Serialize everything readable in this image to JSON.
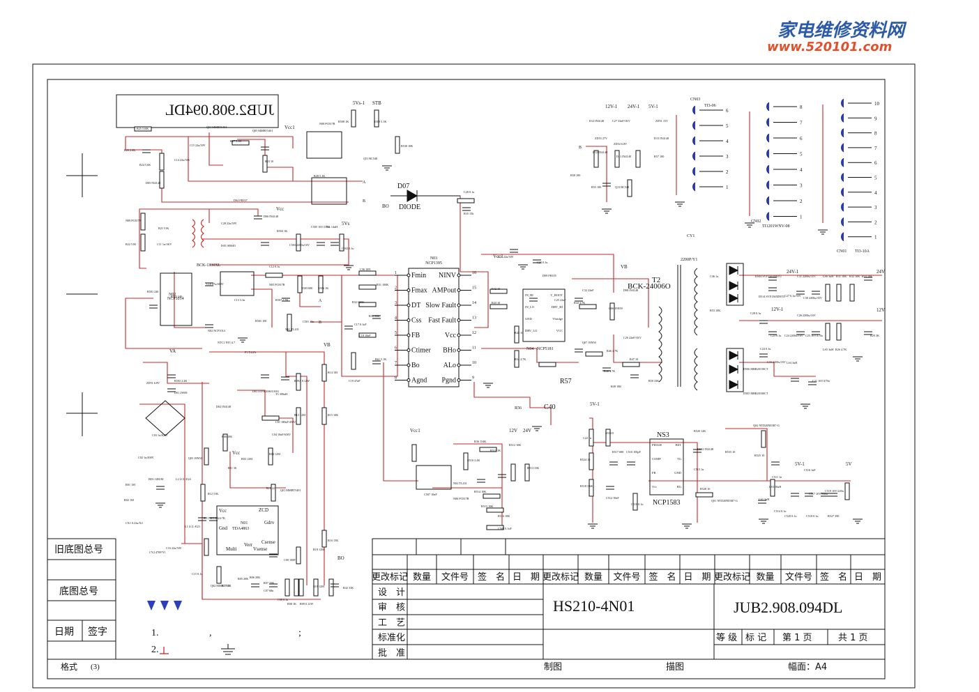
{
  "watermark": {
    "cn": "家电维修资料网",
    "url": "www.520101.com",
    "color_cn": "#2b5aa8",
    "color_url": "#e0502a"
  },
  "drawing_no_mirrored": "JUB2.908.094DL",
  "left_panel": {
    "old_base": "旧底图总号",
    "base": "底图总号",
    "date": "日期",
    "sign": "签字",
    "format": "格式",
    "format_val": "(3)"
  },
  "notes": {
    "n1": "1.",
    "n1_comma": ",",
    "n1_semicolon": ";",
    "n2": "2."
  },
  "title_block": {
    "headers": [
      "更改标记",
      "数量",
      "文件号",
      "签　名",
      "日　期",
      "更改标记",
      "数量",
      "文件号",
      "签　名",
      "日　期",
      "更改标记",
      "数量",
      "文件号",
      "签　名",
      "日　期"
    ],
    "roles": [
      "设　计",
      "审　核",
      "工　艺",
      "标准化",
      "批　准"
    ],
    "product": "HS210-4N01",
    "drawing_no": "JUB2.908.094DL",
    "grade": "等 级",
    "mark": "标 记",
    "page": "第 1 页",
    "total": "共 1 页",
    "drawn": "制图",
    "traced": "描图",
    "size": "幅面：A4"
  },
  "ics": {
    "n03": {
      "ref": "N03",
      "part": "NCP1395",
      "left": [
        "Fmin",
        "Fmax",
        "DT",
        "Css",
        "FB",
        "Ctimer",
        "Bo",
        "Agnd"
      ],
      "right": [
        "NINV",
        "AMPout",
        "Slow Fault",
        "Fast Fault",
        "Vcc",
        "BHo",
        "ALo",
        "Pgnd"
      ],
      "lnum": [
        "1",
        "2",
        "3",
        "4",
        "5",
        "6",
        "7",
        "8"
      ],
      "rnum": [
        "16",
        "15",
        "14",
        "13",
        "12",
        "11",
        "10",
        "9"
      ]
    },
    "n01": {
      "ref": "N01",
      "part": "TDA4863",
      "pins": [
        "Vcc",
        "ZCD",
        "Gdrv",
        "Gnd",
        "Multi",
        "Verr",
        "Vsense",
        "Csense"
      ]
    },
    "n04": {
      "ref": "N04",
      "part": "NCP5181",
      "pins": [
        "IN_HI",
        "V_BOOT",
        "IN_LO",
        "DRV_HI",
        "GND",
        "Vbridge",
        "DRV_LO",
        "VCC"
      ]
    },
    "ns3": {
      "ref": "NS3",
      "part": "NCP1583",
      "pins": [
        "PHASE",
        "BST",
        "COMP",
        "TG",
        "FB",
        "GND",
        "Vcc",
        "BG"
      ]
    },
    "n02": {
      "ref": "N02",
      "part": "NCP1014"
    }
  },
  "labels": {
    "vcc1": "Vcc1",
    "vcc": "Vcc",
    "stb": "STB",
    "v5s1a": "5Vs-1",
    "v5s": "5Vs",
    "va": "VA",
    "vb": "VB",
    "bo": "BO",
    "d07": "D07",
    "diode": "DIODE",
    "r57": "R57",
    "r56": "R56",
    "c40": "C40",
    "t2": "T2",
    "bck": "BCK-24006O",
    "t1": "BCK-1330XL",
    "v12_1": "12V-1",
    "v24_1": "24V-1",
    "v5_1": "5V-1",
    "v24": "24V",
    "v12": "12V",
    "v5": "5V",
    "cn01": "CN01",
    "cn02": "CN02",
    "cn03": "CN03",
    "cn02p": "TI1201WNV-08",
    "cn03p": "TI3-06",
    "cn01p": "TI3-10A",
    "a": "A",
    "b": "B",
    "cy1": "CY1",
    "cy1v": "2200P/Y1"
  },
  "parts": [
    "R25 510K",
    "Q04 MMBT5401",
    "Q05 MMBT5401",
    "R27 5.1K",
    "C15 22u/50V",
    "N08 PC817B",
    "R508 1K",
    "R509 5.1K",
    "R530 10K",
    "Q51 BC548",
    "R26 2.6K",
    "R24 5.6K",
    "C14 22u/50V",
    "D05 IN4148",
    "R23 10",
    "R28 5.1K",
    "N09 PC817B",
    "R22 51K",
    "R21 51K",
    "C11 1n/1KV",
    "D04 FR107",
    "D06 IN4148",
    "C28 22u/50V",
    "IS01 SBS40",
    "R504 1K",
    "C505 16V/470u",
    "IS1 14uH",
    "C503 2200u/16V",
    "C502 0.1u",
    "R501 240",
    "R502 240",
    "C10 47u/400V",
    "N02 NCP1014",
    "C13 3.3n",
    "C12 0.1u",
    "N05 PC817B",
    "R503 680",
    "R506 1K",
    "R507 2.7K",
    "R505 100",
    "C501 10n",
    "NS1 TL431",
    "ZD51 6.8V",
    "R502 2.4K",
    "D01 2W08",
    "C03 1u/400V",
    "C02 1u/400V",
    "BD1 GBU8J",
    "L2 LCL-E24",
    "R01 1M",
    "R02 1M",
    "CX1 0.22u/X2",
    "CY2 470P/Y1",
    "L1 LCL-E23",
    "RV1 MYN324-7K",
    "C16 22u/50V",
    "C15 0.1u",
    "NTC1 NTC4.7",
    "F1 T4.0A",
    "D02 IN4148",
    "D03 STPR1006/US3G",
    "T3 300uH",
    "C01 180uF/450V",
    "C04 10nF/630V",
    "R60 10K",
    "Q03 18N50",
    "R12 51K",
    "R03 12M",
    "R04 12M",
    "R11 36",
    "R10 22",
    "Q01 MMBT5401",
    "Q02 MMBT5551",
    "R17 10",
    "R05 20K",
    "R06 20K",
    "R07 33K",
    "C07 68n",
    "C08 0.1u",
    "C09 100P",
    "R08 1K",
    "R09 0.12W",
    "R09A 0.12W",
    "R13 12M",
    "R14 1M",
    "R15 10K",
    "R16 15K",
    "R18 12M",
    "R19 12M",
    "R42 33K",
    "C20 0.1u",
    "R35 15k",
    "C36 10N",
    "R31 100K",
    "R32 680K",
    "R33 33K",
    "C17 0.1uF",
    "C18 10nF",
    "R61 5.1K",
    "C19 47nF",
    "R36 154K",
    "R510 2.4K",
    "R511 1K",
    "R512 10K",
    "R513 33K",
    "R514 10K",
    "R515 10K",
    "R516 10K",
    "C508 0.1uF",
    "C507 10nF",
    "N06 PC817B",
    "NS2 TL431",
    "C21 22u/50V",
    "C23 0.1u",
    "D09 FR105",
    "R42 10",
    "R43 10",
    "C32 22nF",
    "C25 22nF",
    "R44 4.7K",
    "R45 10",
    "R54 4.7K",
    "Q06 19N50",
    "Q07 19N50",
    "R46 4.7K",
    "R47 10",
    "R48 4.7K",
    "R49 10K",
    "R50 33K",
    "D08 IN4148",
    "C26 22nF/1KV",
    "D12 IN4148",
    "C27 33nF/1KV",
    "ZD51 15V",
    "ZD53 27V",
    "ZD54 6.8V",
    "D13 IN4148",
    "D12 IN4148",
    "D11 IN4148",
    "R57 100",
    "R58 100",
    "R55 100",
    "Q13 BC548",
    "C46 1u",
    "R53 10K",
    "D506 MBR20150CT",
    "D505 MBR20100CT",
    "D504 SVF1565DNTU",
    "D514 SVF1565DNTU",
    "C27 0.1u/50V",
    "C31 2200u/35V",
    "C30 2200u/35V",
    "LS6 3uH",
    "R31 10K",
    "R32 10K",
    "R33 10K",
    "C28 0.1u",
    "C23 0.1u",
    "C24 2200u/16V",
    "C26 2200u/16V",
    "C25 16V/470u",
    "LS5 3uH",
    "R26 4.7K",
    "R29 3K",
    "C24 0.1u",
    "C33 2200u/16V",
    "LS4 3uH",
    "C21 16V/470u",
    "C22 1n",
    "R519 0",
    "R524 10",
    "R518 3.6K",
    "R517 680",
    "C510 100pF",
    "C512 10nF",
    "C518 0.1u",
    "R520 12K",
    "D502 IN4148",
    "C513 1u",
    "R528 10",
    "R535 10",
    "QS1 NTD20N03R7-G",
    "QS2 NTD20N03R7-G",
    "R525 10",
    "C511 1n",
    "LS3 10uH",
    "LS1 3uH",
    "C514 0.1u",
    "C516 1nF",
    "C517 10V/330u",
    "C519 10V/220u",
    "C520 0.1u",
    "C518 0.1u",
    "R527 390"
  ]
}
